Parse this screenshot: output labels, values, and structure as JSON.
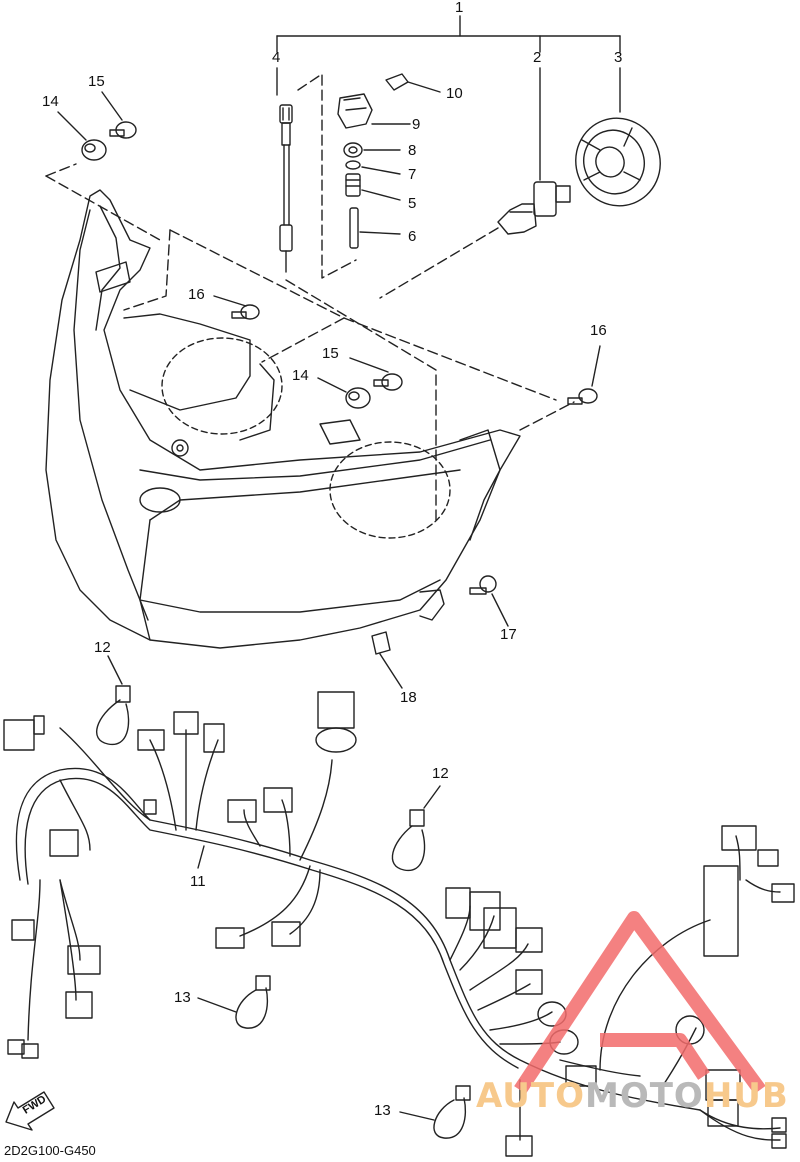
{
  "diagram": {
    "code": "2D2G100-G450",
    "fwd_label": "FWD",
    "callouts": [
      {
        "id": "c1",
        "text": "1"
      },
      {
        "id": "c2",
        "text": "2"
      },
      {
        "id": "c3",
        "text": "3"
      },
      {
        "id": "c4",
        "text": "4"
      },
      {
        "id": "c5",
        "text": "5"
      },
      {
        "id": "c6",
        "text": "6"
      },
      {
        "id": "c7",
        "text": "7"
      },
      {
        "id": "c8",
        "text": "8"
      },
      {
        "id": "c9",
        "text": "9"
      },
      {
        "id": "c10",
        "text": "10"
      },
      {
        "id": "c11",
        "text": "11"
      },
      {
        "id": "c12a",
        "text": "12"
      },
      {
        "id": "c12b",
        "text": "12"
      },
      {
        "id": "c13a",
        "text": "13"
      },
      {
        "id": "c13b",
        "text": "13"
      },
      {
        "id": "c14a",
        "text": "14"
      },
      {
        "id": "c14b",
        "text": "14"
      },
      {
        "id": "c15a",
        "text": "15"
      },
      {
        "id": "c15b",
        "text": "15"
      },
      {
        "id": "c16a",
        "text": "16"
      },
      {
        "id": "c16b",
        "text": "16"
      },
      {
        "id": "c17",
        "text": "17"
      },
      {
        "id": "c18",
        "text": "18"
      }
    ]
  },
  "watermark": {
    "part1": "AUTO",
    "part2": "MOTO",
    "part3": "HUB",
    "color_logo": "#f26b6b",
    "color_text_a": "#f7c98c",
    "color_text_b": "#b9b9b9"
  }
}
